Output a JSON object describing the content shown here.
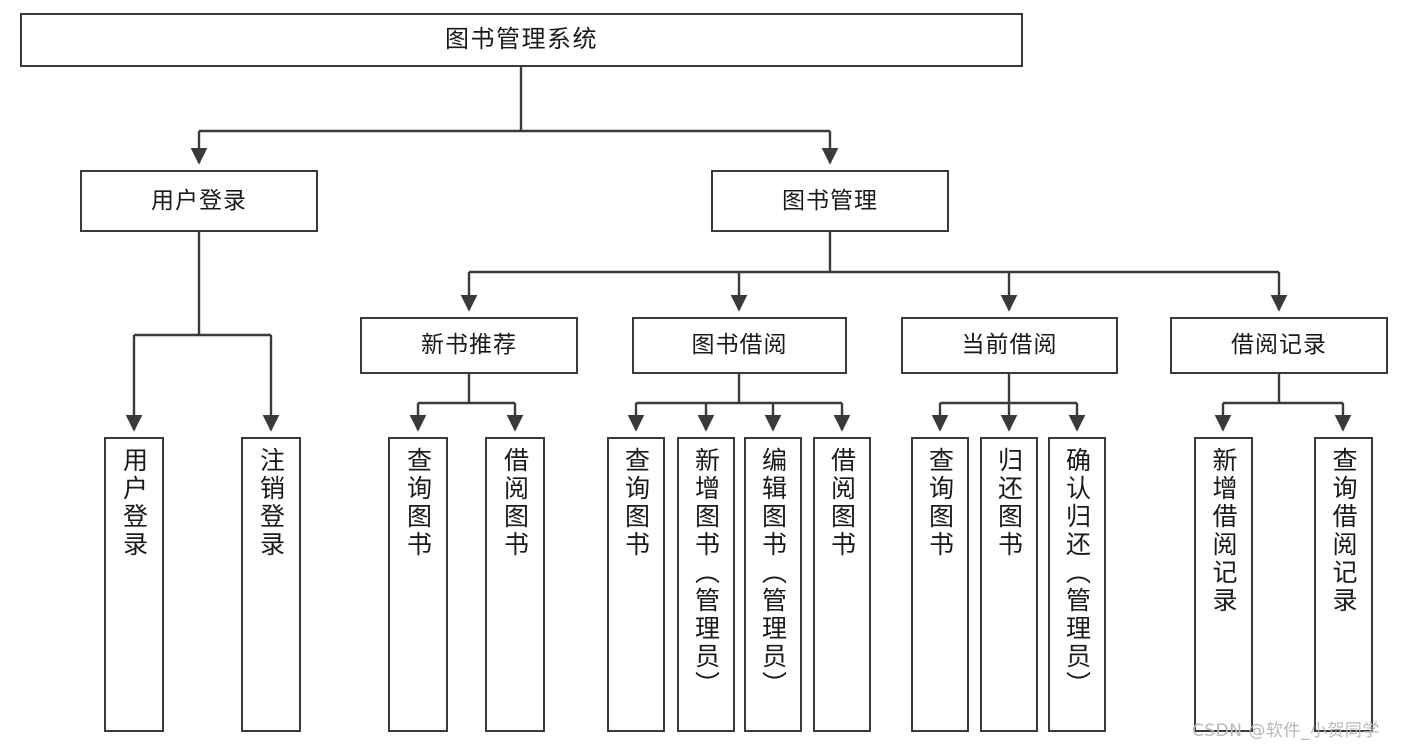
{
  "diagram": {
    "title": "图书管理系统",
    "type": "tree-hierarchy",
    "watermark": "CSDN @软件_小贺同学",
    "colors": {
      "box_border": "#3a3a3a",
      "box_fill": "#ffffff",
      "edge": "#3a3a3a",
      "text": "#1a1a1a",
      "watermark": "#b8b8b8",
      "background": "#ffffff"
    }
  },
  "nodes": {
    "root": {
      "label": "图书管理系统"
    },
    "level2": [
      {
        "id": "user-login",
        "label": "用户登录"
      },
      {
        "id": "book-manage",
        "label": "图书管理"
      }
    ],
    "level3": [
      {
        "id": "new-book-rec",
        "label": "新书推荐"
      },
      {
        "id": "book-borrow",
        "label": "图书借阅"
      },
      {
        "id": "current-borrow",
        "label": "当前借阅"
      },
      {
        "id": "borrow-record",
        "label": "借阅记录"
      }
    ],
    "leaves": {
      "user_login": [
        {
          "id": "leaf-user-login",
          "label": "用户登录"
        },
        {
          "id": "leaf-logout",
          "label": "注销登录"
        }
      ],
      "new_book_rec": [
        {
          "id": "leaf-query-book-1",
          "label": "查询图书"
        },
        {
          "id": "leaf-borrow-book-1",
          "label": "借阅图书"
        }
      ],
      "book_borrow": [
        {
          "id": "leaf-query-book-2",
          "label": "查询图书"
        },
        {
          "id": "leaf-add-book",
          "label": "新增图书（管理员）"
        },
        {
          "id": "leaf-edit-book",
          "label": "编辑图书（管理员）"
        },
        {
          "id": "leaf-borrow-book-2",
          "label": "借阅图书"
        }
      ],
      "current_borrow": [
        {
          "id": "leaf-query-book-3",
          "label": "查询图书"
        },
        {
          "id": "leaf-return-book",
          "label": "归还图书"
        },
        {
          "id": "leaf-confirm-return",
          "label": "确认归还（管理员）"
        }
      ],
      "borrow_record": [
        {
          "id": "leaf-add-record",
          "label": "新增借阅记录"
        },
        {
          "id": "leaf-query-record",
          "label": "查询借阅记录"
        }
      ]
    }
  }
}
